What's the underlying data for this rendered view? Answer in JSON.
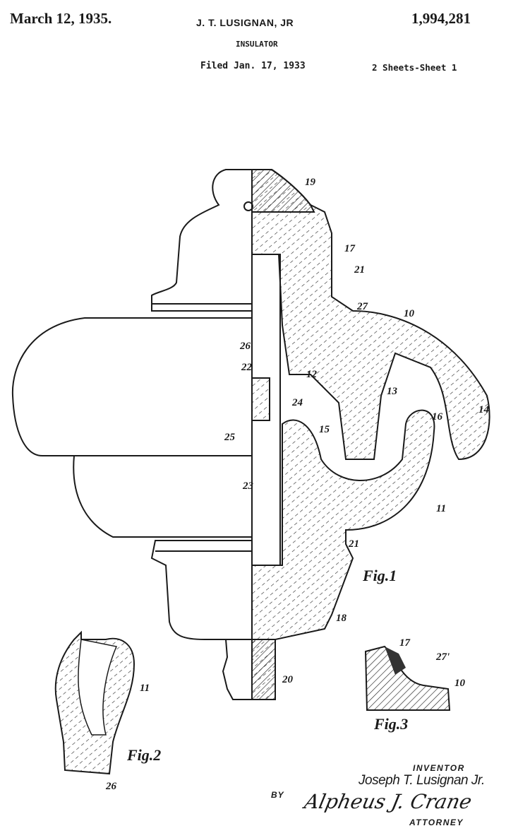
{
  "header": {
    "date": "March 12, 1935.",
    "inventor_header": "J. T. LUSIGNAN, JR",
    "patent_number": "1,994,281",
    "title": "INSULATOR",
    "filed": "Filed Jan. 17, 1933",
    "sheets": "2 Sheets-Sheet 1"
  },
  "figures": {
    "fig1": {
      "label": "Fig.1",
      "refs": [
        "19",
        "17",
        "21",
        "27",
        "10",
        "26",
        "22",
        "12",
        "13",
        "14",
        "24",
        "25",
        "15",
        "16",
        "23",
        "11",
        "21",
        "18",
        "20"
      ]
    },
    "fig2": {
      "label": "Fig.2",
      "refs": [
        "11",
        "26"
      ]
    },
    "fig3": {
      "label": "Fig.3",
      "refs": [
        "17",
        "27'",
        "10"
      ]
    }
  },
  "signature_block": {
    "inventor_label": "INVENTOR",
    "inventor_name": "Joseph T. Lusignan Jr.",
    "by": "BY",
    "attorney_signature": "Alpheus J. Crane",
    "attorney_label": "ATTORNEY"
  },
  "colors": {
    "ink": "#1a1a1a",
    "paper": "#ffffff"
  }
}
